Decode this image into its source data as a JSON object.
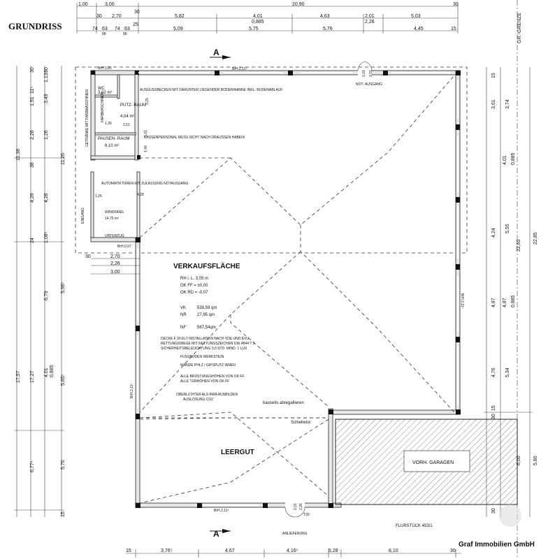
{
  "title": "GRUNDRISS",
  "top_dims_row1": [
    "1,00",
    "3,00",
    "20,90",
    "30"
  ],
  "top_dims_row2": [
    "30",
    "2,70",
    "30",
    "5,82",
    "4,01",
    "0,885",
    "4,63",
    "2,01",
    "2,26",
    "5,03"
  ],
  "top_dims_row3": [
    "74",
    "63",
    "74",
    "63",
    "25",
    "5,09",
    "5,75",
    "5,76",
    "4,45",
    "15"
  ],
  "top_dims_row3_sub": [
    "88",
    "88"
  ],
  "gr_grenze": "GR.-GRENZE",
  "section_a_top": "A",
  "section_a_bottom": "A",
  "rooms": {
    "wc": {
      "label": "WC",
      "area": "3,02 m²"
    },
    "putz": {
      "label": "PUTZ-\nRAUM",
      "area": "4,04 m²"
    },
    "pause": {
      "label": "PAUSEN-\nRAUM",
      "area": "6,10 m²"
    },
    "windfang": {
      "label": "WINDFANG",
      "area": "14,75 m²"
    },
    "verkauf": {
      "label": "VERKAUFSFLÄCHE"
    },
    "leergut": {
      "label": "LEERGUT"
    },
    "garage": {
      "label": "VORH. GARAGEN"
    }
  },
  "notes": {
    "ausguss": "AUSGUSSBECKEN MIT DARUNTER LIEGENDER BODENWANNE INKL. BODENABLAUF",
    "kassen": "KASSENPERSONAL MUSS SICHT NACH DRAUSSEN HABEN!",
    "automat": "AUTOMATIKTÜREN MIT ZULASSUNG NOTAUSGANG",
    "notausgang": "NOT-\nAUSGANG",
    "eingang": "EINGANG",
    "unterzug": "UNTERZUG",
    "farbmasch": "FARBMASCHINEN",
    "getraenke": "GETRÄNKE MIT FARBMASCHINEN",
    "bausseits": "bauseits abregallieren",
    "schiebetor": "Schiebetor",
    "anlieferung": "ANLIEFERUNG",
    "t30": "T30",
    "flurstueck": "FLURSTÜCK 453/1",
    "brh_top1": "BrH.1,25",
    "brh_top2": "BrH.2,11⁵",
    "brh_side": "BrH.2,11⁵",
    "brh_left": "BrH.2,11⁵",
    "brh_bottom": "BrH.2,11⁵",
    "brh_windfang": "BrH.0,97"
  },
  "verkauf_info": [
    "RH i. L. 3,05 m",
    "OK FF = ±0,00",
    "OK RD = -0,07"
  ],
  "areas": [
    {
      "k": "VK",
      "v": "539,59 qm"
    },
    {
      "k": "NR",
      "v": "27,95 qm"
    },
    {
      "k": "NF",
      "v": "567,54qm"
    }
  ],
  "specs": [
    "DECKE F 30  ELT INSTALLATION NACH VDE UND EVU",
    "RETTUNGSWEGE MIT RETTUNGSZEICHEN DIN 4844  T 1",
    "SICHERHEITSBELEUCHTUNG 3,0 STD. MIND. 1 LUX",
    "FUSSBODEN WERKSTEIN",
    "WÄNDE PHLZ / GIPSPUTZ INNEN",
    "ALLE BRÜSTUNGSHÖHEN VON OK FF",
    "ALLE TÜRHÖHEN VON OK FF",
    "OBERLICHTER  ALS RWA AUSBILDEN",
    "AUSLÖSUNG CO2"
  ],
  "left_dims": [
    "11,38",
    "17,57",
    "17,27",
    "4,01",
    "0,885",
    "6,77⁵",
    "5,70",
    "5,85⁵",
    "6,79",
    "5,96⁵",
    "11,26",
    "3,49",
    "1,51",
    "11⁵",
    "1,13⁵",
    "30",
    "30",
    "15",
    "24",
    "1,08⁵",
    "36",
    "2,26",
    "1,26",
    "4,26",
    "4,26"
  ],
  "right_dims": [
    "15",
    "3,61",
    "3,74",
    "4,01",
    "0,885",
    "5,55",
    "22,65",
    "22,85",
    "4,24",
    "4,87",
    "4,87",
    "0,885",
    "4,76",
    "5,34",
    "15",
    "30",
    "6,00",
    "5,80",
    "30"
  ],
  "bottom_dims": [
    "15",
    "3,76⁵",
    "4,67",
    "4,16⁵",
    "5,28",
    "8,10",
    "30"
  ],
  "windfang_dims": [
    "30",
    "2,70",
    "2,26",
    "3,00"
  ],
  "misc_small": [
    "1,36",
    "2,51",
    "3,25",
    "1,01",
    "1,49",
    "1,26",
    "2,01",
    "2,26",
    "4,28",
    "1,01",
    "2,01"
  ],
  "watermark": "Graf Immobilien GmbH"
}
